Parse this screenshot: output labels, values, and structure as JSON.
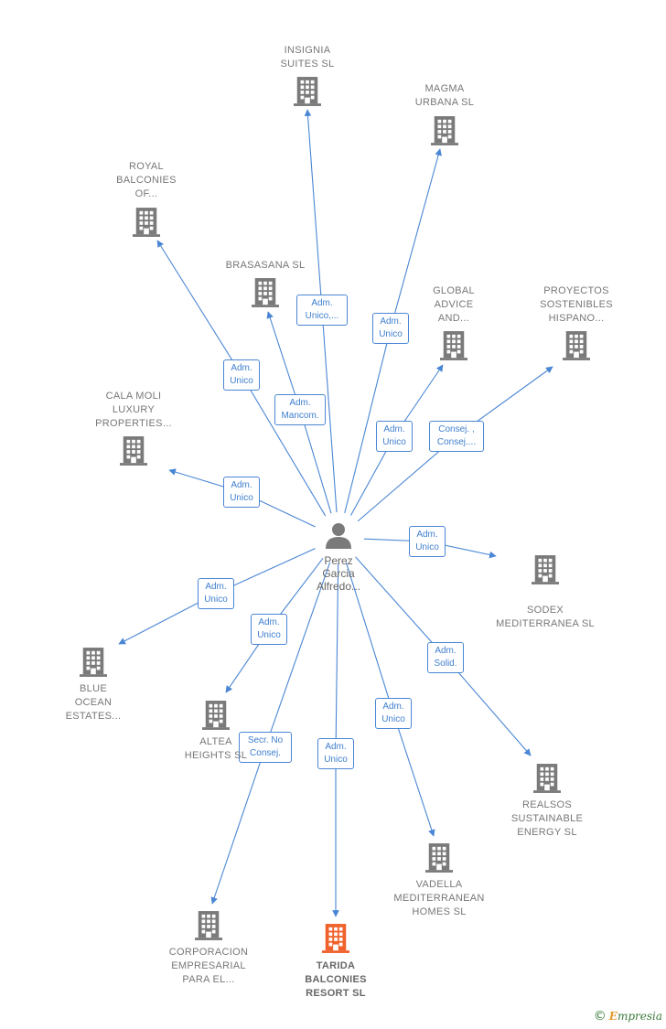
{
  "colors": {
    "edge": "#4a86d4",
    "node": "#7a7a7a",
    "focus": "#f0622c",
    "person": "#7a7a7a"
  },
  "person": {
    "name": "Perez\nGarcia\nAlfredo..."
  },
  "companies": [
    {
      "id": "insignia",
      "label": "INSIGNIA\nSUITES  SL"
    },
    {
      "id": "magma",
      "label": "MAGMA\nURBANA SL"
    },
    {
      "id": "royal",
      "label": "ROYAL\nBALCONIES\nOF..."
    },
    {
      "id": "brasasana",
      "label": "BRASASANA SL"
    },
    {
      "id": "global",
      "label": "GLOBAL\nADVICE\nAND..."
    },
    {
      "id": "proyectos",
      "label": "PROYECTOS\nSOSTENIBLES\nHISPANO..."
    },
    {
      "id": "cala",
      "label": "CALA MOLI\nLUXURY\nPROPERTIES..."
    },
    {
      "id": "sodex",
      "label": "SODEX\nMEDITERRANEA SL"
    },
    {
      "id": "blue",
      "label": "BLUE\nOCEAN\nESTATES..."
    },
    {
      "id": "altea",
      "label": "ALTEA\nHEIGHTS  SL"
    },
    {
      "id": "realsos",
      "label": "REALSOS\nSUSTAINABLE\nENERGY  SL"
    },
    {
      "id": "vadella",
      "label": "VADELLA\nMEDITERRANEAN\nHOMES  SL"
    },
    {
      "id": "corporacion",
      "label": "CORPORACION\nEMPRESARIAL\nPARA EL..."
    },
    {
      "id": "tarida",
      "label": "TARIDA\nBALCONIES\nRESORT  SL",
      "focus": true
    }
  ],
  "edges": [
    {
      "to": "insignia",
      "label": "Adm.\nUnico,..."
    },
    {
      "to": "magma",
      "label": "Adm.\nUnico"
    },
    {
      "to": "royal",
      "label": "Adm.\nUnico"
    },
    {
      "to": "brasasana",
      "label": "Adm.\nMancom."
    },
    {
      "to": "global",
      "label": "Adm.\nUnico"
    },
    {
      "to": "proyectos",
      "label": "Consej. ,\nConsej...."
    },
    {
      "to": "cala",
      "label": "Adm.\nUnico"
    },
    {
      "to": "sodex",
      "label": "Adm.\nUnico"
    },
    {
      "to": "blue",
      "label": "Adm.\nUnico"
    },
    {
      "to": "altea",
      "label": "Adm.\nUnico"
    },
    {
      "to": "realsos",
      "label": "Adm.\nSolid."
    },
    {
      "to": "vadella",
      "label": "Adm.\nUnico"
    },
    {
      "to": "corporacion",
      "label": "Secr.  No\nConsej."
    },
    {
      "to": "tarida",
      "label": "Adm.\nUnico"
    }
  ],
  "watermark": {
    "symbol": "©",
    "brand_initial": "E",
    "brand_rest": "mpresia"
  }
}
